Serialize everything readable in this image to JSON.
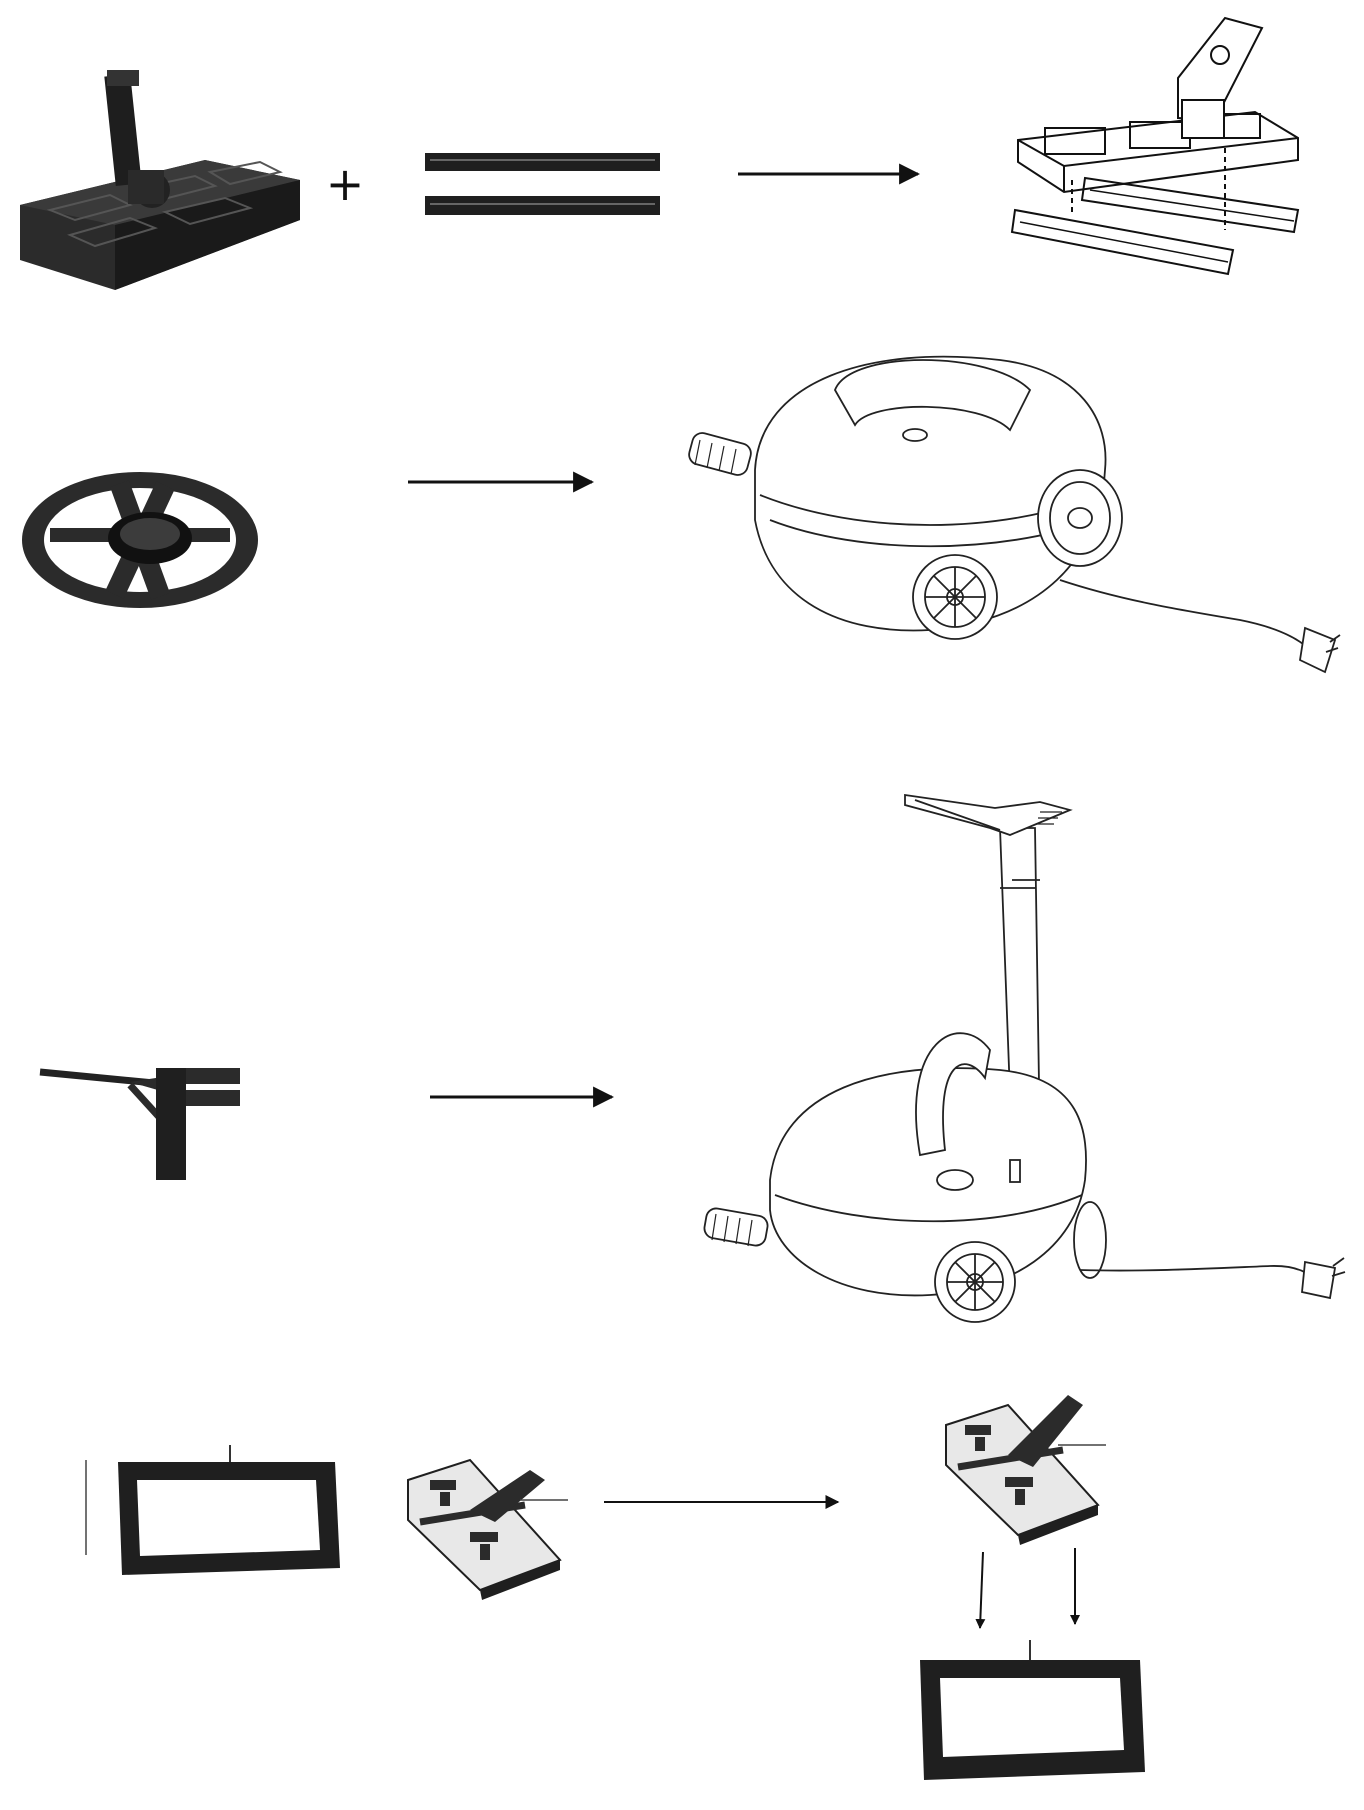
{
  "diagram": {
    "plus_sign": "+",
    "colors": {
      "line": "#111111",
      "part_fill": "#2b2b2b",
      "part_dark": "#1a1a1a",
      "pad_light": "#e8e8e8",
      "background": "#ffffff"
    },
    "steps": [
      {
        "id": "step-1",
        "inputs": [
          "floor-brush-head-icon",
          "brush-strip-icon"
        ],
        "result": "floor-brush-with-strips-icon"
      },
      {
        "id": "step-2",
        "inputs": [
          "accessory-holder-disc-icon"
        ],
        "result": "steam-cleaner-with-holder-icon"
      },
      {
        "id": "step-3",
        "inputs": [
          "handle-top-bracket-icon"
        ],
        "result": "steam-cleaner-with-handle-icon"
      },
      {
        "id": "step-4",
        "inputs": [
          "frame-icon",
          "cloth-pad-icon"
        ],
        "result": "frame-attached-under-pad-icon"
      }
    ]
  }
}
